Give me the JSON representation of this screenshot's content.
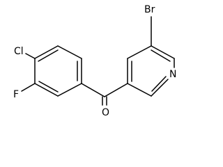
{
  "atoms": {
    "chlorine": "Cl",
    "fluorine": "F",
    "bromine": "Br",
    "nitrogen": "N",
    "oxygen": "O"
  }
}
